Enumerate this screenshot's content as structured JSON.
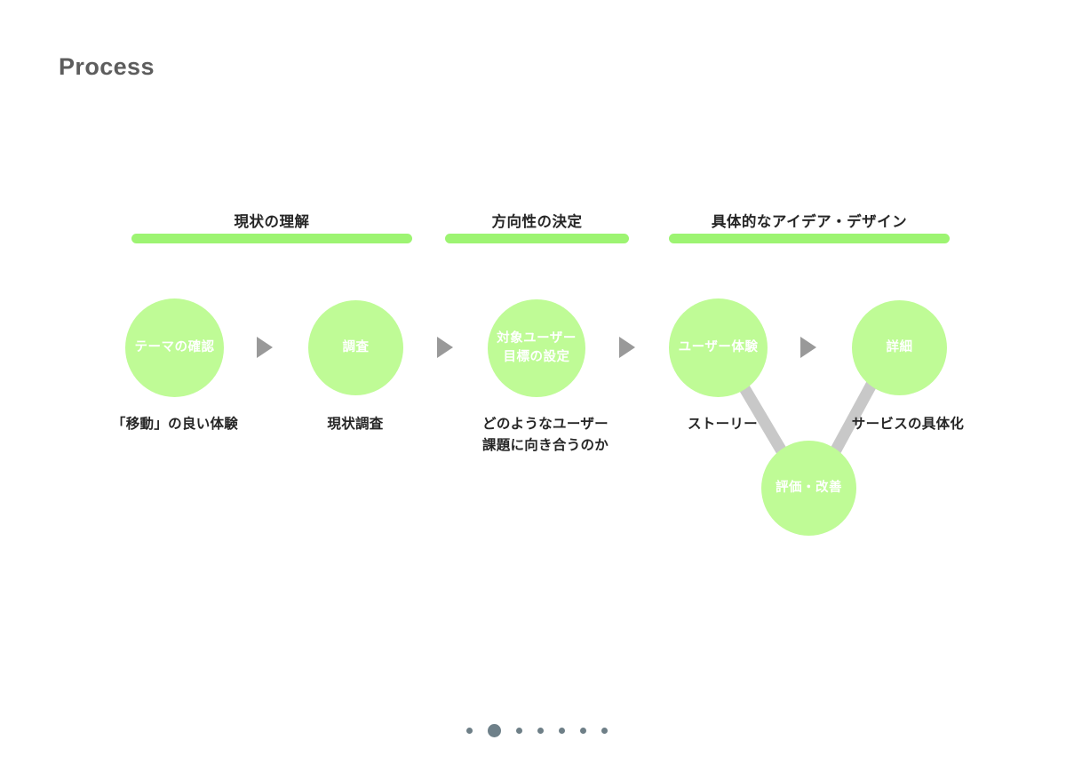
{
  "slide": {
    "title": "Process",
    "background_color": "#ffffff"
  },
  "colors": {
    "node_fill": "#bffb96",
    "phase_bar": "#9df472",
    "connector": "#c8c8c8",
    "arrow": "#999999",
    "title_text": "#5d5d5d",
    "caption_text": "#262626",
    "node_text": "#ffffff",
    "dot": "#6e7f87"
  },
  "phases": [
    {
      "label": "現状の理解"
    },
    {
      "label": "方向性の決定"
    },
    {
      "label": "具体的なアイデア・デザイン"
    }
  ],
  "nodes": [
    {
      "label": "テーマの確認"
    },
    {
      "label": "調査"
    },
    {
      "label": "対象ユーザー\n目標の設定"
    },
    {
      "label": "ユーザー体験"
    },
    {
      "label": "詳細"
    },
    {
      "label": "評価・改善"
    }
  ],
  "captions": [
    {
      "text": "「移動」の良い体験"
    },
    {
      "text": "現状調査"
    },
    {
      "text": "どのようなユーザー\n課題に向き合うのか"
    },
    {
      "text": "ストーリー"
    },
    {
      "text": "サービスの具体化"
    }
  ],
  "arrows": [
    {
      "name": "arrow-theme-to-research"
    },
    {
      "name": "arrow-research-to-target"
    },
    {
      "name": "arrow-target-to-ux"
    },
    {
      "name": "arrow-ux-to-detail"
    }
  ],
  "connectors": [
    {
      "from": "ユーザー体験",
      "to": "評価・改善"
    },
    {
      "from": "詳細",
      "to": "評価・改善"
    }
  ],
  "pagination": {
    "total": 7,
    "active_index": 2
  }
}
